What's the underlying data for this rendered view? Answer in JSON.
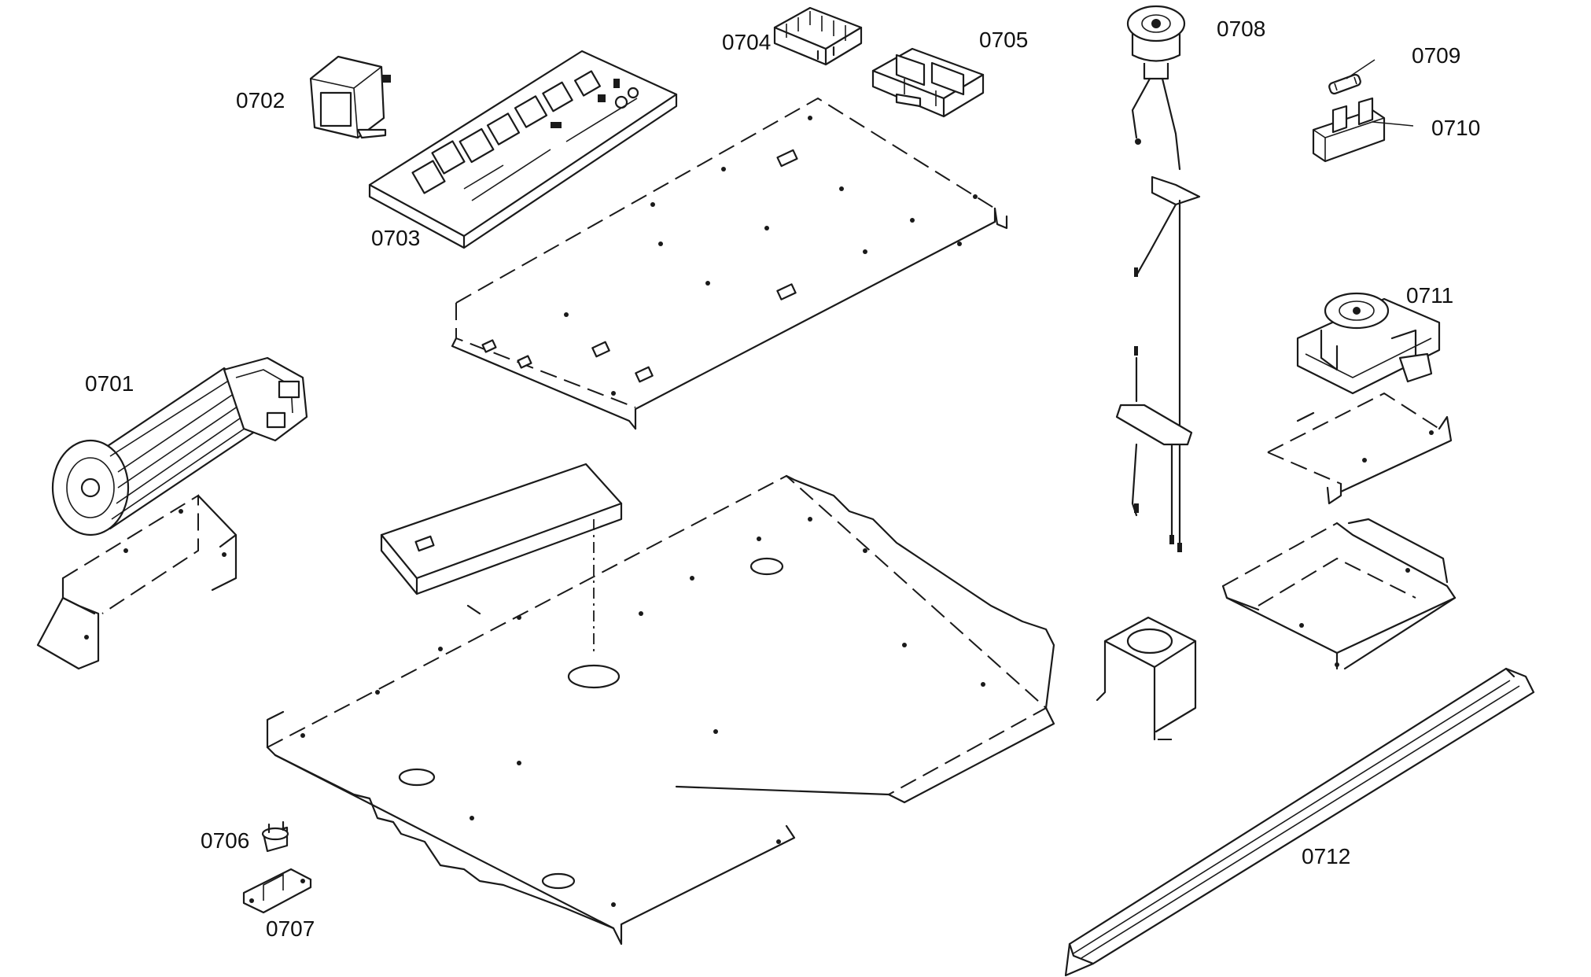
{
  "parts": [
    {
      "id": "fan-motor",
      "label": "0701"
    },
    {
      "id": "transformer",
      "label": "0702"
    },
    {
      "id": "control-board",
      "label": "0703"
    },
    {
      "id": "relay-block-a",
      "label": "0704"
    },
    {
      "id": "relay-block-b",
      "label": "0705"
    },
    {
      "id": "thermostat",
      "label": "0706"
    },
    {
      "id": "thermostat-bracket",
      "label": "0707"
    },
    {
      "id": "lamp-harness",
      "label": "0708"
    },
    {
      "id": "fuse",
      "label": "0709"
    },
    {
      "id": "fuse-holder",
      "label": "0710"
    },
    {
      "id": "latch-motor",
      "label": "0711"
    },
    {
      "id": "trim-strip",
      "label": "0712"
    }
  ]
}
